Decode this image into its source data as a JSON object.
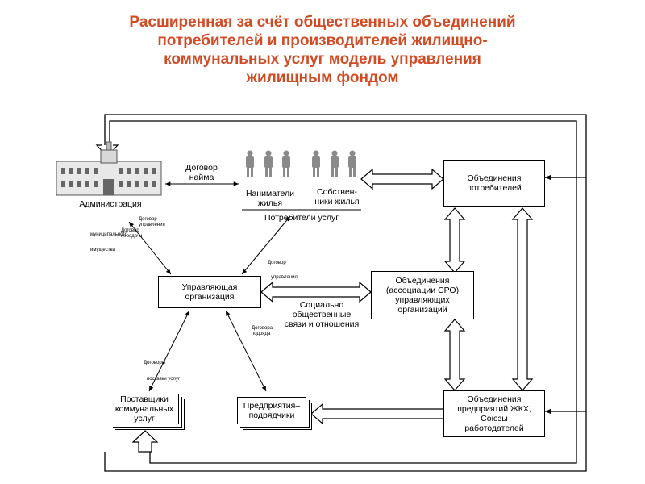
{
  "title": {
    "line1": "Расширенная за счёт общественных объединений",
    "line2": "потребителей и производителей жилищно-",
    "line3": "коммунальных услуг модель управления",
    "line4": "жилищным фондом"
  },
  "nodes": {
    "administration": "Администрация",
    "lease_contract_1": "Договор",
    "lease_contract_2": "найма",
    "tenants_1": "Наниматели",
    "tenants_2": "жилья",
    "owners_1": "Собствен-",
    "owners_2": "ники жилья",
    "consumers": "Потребители услуг",
    "consumer_assoc_1": "Объединения",
    "consumer_assoc_2": "потребителей",
    "management_org_1": "Управляющая",
    "management_org_2": "организация",
    "sro_1": "Объединения",
    "sro_2": "(ассоциации СРО)",
    "sro_3": "управляющих",
    "sro_4": "организаций",
    "social_1": "Социально",
    "social_2": "общественные",
    "social_3": "связи и отношения",
    "suppliers_1": "Поставщики",
    "suppliers_2": "коммунальных",
    "suppliers_3": "услуг",
    "contractors_1": "Предприятия–",
    "contractors_2": "подрядчики",
    "housing_1": "Объединения",
    "housing_2": "предприятий ЖКХ,",
    "housing_3": "Союзы",
    "housing_4": "работодателей"
  },
  "small_labels": {
    "mgmt_contract_left_1": "Договор",
    "mgmt_contract_left_2": "управления",
    "transfer_contract_1": "Договор",
    "transfer_contract_2": "передачи",
    "municipal": "муниципального",
    "property": "имущества",
    "mgmt_contract_right_1": "Договор",
    "mgmt_contract_right_2": "управления",
    "supply_contract_1": "Договоры",
    "supply_contract_2": "поставки услуг",
    "contractor_contract_1": "Договора",
    "contractor_contract_2": "подряда"
  }
}
